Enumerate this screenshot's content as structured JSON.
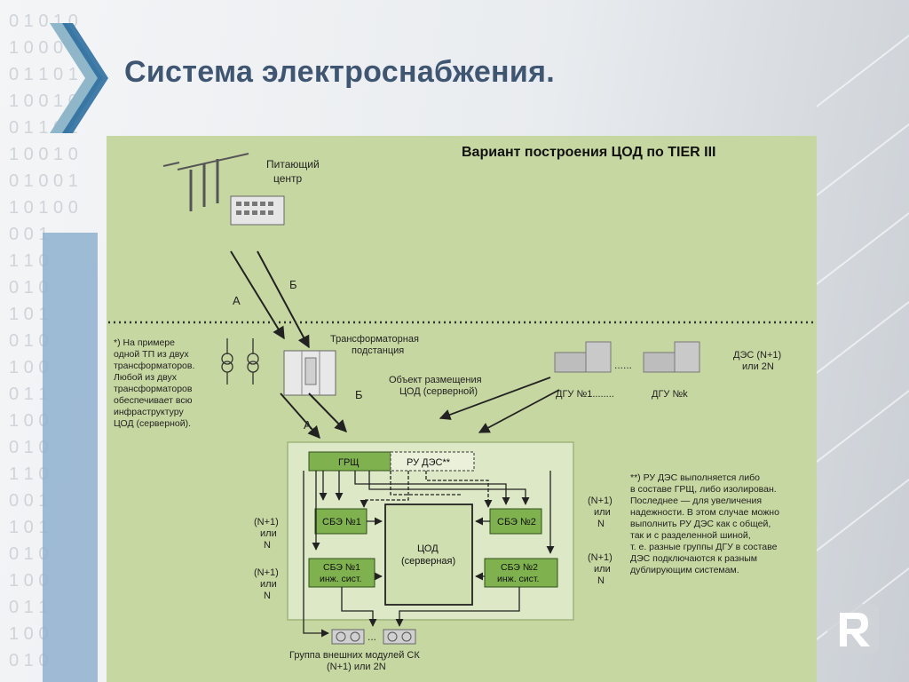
{
  "slide": {
    "title": "Система электроснабжения.",
    "panel_title": "Вариант построения ЦОД по TIER III"
  },
  "labels": {
    "power_center_1": "Питающий",
    "power_center_2": "центр",
    "line_a": "А",
    "line_b": "Б",
    "substation_1": "Трансформаторная",
    "substation_2": "подстанция",
    "object_1": "Объект размещения",
    "object_2": "ЦОД (серверной)",
    "dgu_1": "ДГУ №1........",
    "dgu_k": "ДГУ №k",
    "dec_1": "ДЭС (N+1)",
    "dec_2": "или 2N",
    "grsh": "ГРЩ",
    "ru_des": "РУ ДЭС**",
    "sbe1": "СБЭ №1",
    "sbe2": "СБЭ №2",
    "sbe1_eng_1": "СБЭ №1",
    "sbe1_eng_2": "инж. сист.",
    "sbe2_eng_1": "СБЭ №2",
    "sbe2_eng_2": "инж. сист.",
    "cod_1": "ЦОД",
    "cod_2": "(серверная)",
    "ck_1": "Группа внешних модулей СК",
    "ck_2": "(N+1) или 2N",
    "n1": "(N+1)",
    "ili": "или",
    "n": "N"
  },
  "notes": {
    "left": [
      "*) На примере",
      "одной ТП из двух",
      "трансформаторов.",
      "Любой из двух",
      "трансформаторов",
      "обеспечивает всю",
      "инфраструктуру",
      "ЦОД (серверной)."
    ],
    "right": [
      "**) РУ ДЭС выполняется либо",
      "в составе ГРЩ, либо изолирован.",
      "Последнее — для увеличения",
      "надежности. В этом случае можно",
      "выполнить РУ ДЭС как с общей,",
      "так и с разделенной шиной,",
      "т. е. разные группы ДГУ в составе",
      "ДЭС подключаются к разным",
      "дублирующим системам."
    ]
  },
  "colors": {
    "title": "#3f5672",
    "panel": "#c7d7a1",
    "inner": "#dde8c6",
    "box": "#7fb14e",
    "cod": "#cfdfb0"
  }
}
